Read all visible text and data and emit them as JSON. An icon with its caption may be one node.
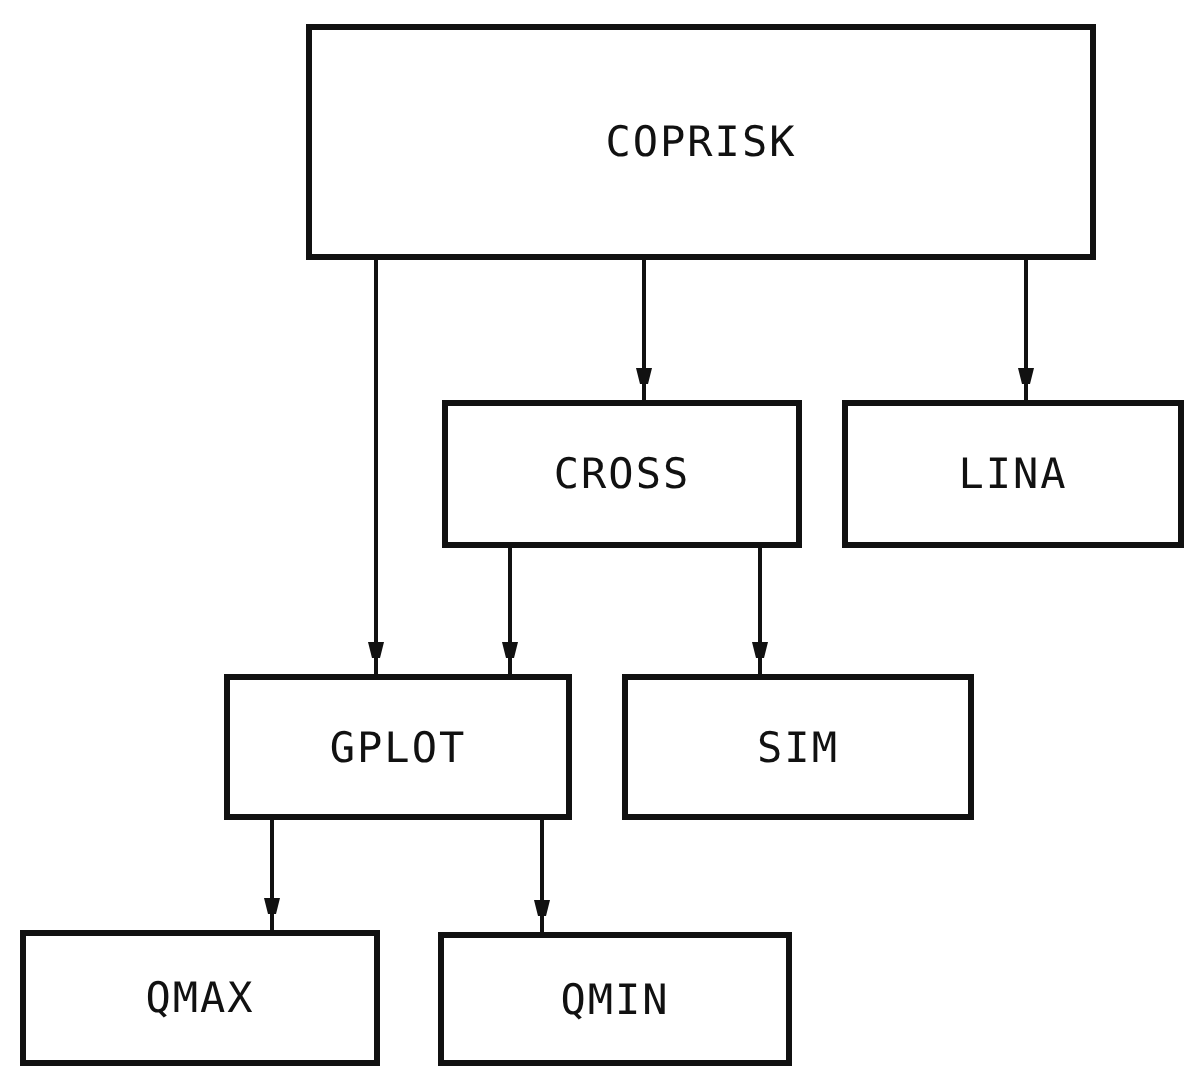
{
  "diagram": {
    "nodes": [
      {
        "text": [
          "COPRISK"
        ]
      },
      {
        "text": [
          "CROSS"
        ]
      },
      {
        "text": [
          "LINA"
        ]
      },
      {
        "text": [
          "GPLOT"
        ]
      },
      {
        "text": [
          "SIM"
        ]
      },
      {
        "text": [
          "QMAX"
        ]
      },
      {
        "text": [
          "QMIN"
        ]
      }
    ],
    "edges": [
      {
        "from": 0,
        "to": 3,
        "arrow": "to"
      },
      {
        "from": 0,
        "to": 1,
        "arrow": "to"
      },
      {
        "from": 0,
        "to": 2,
        "arrow": "to"
      },
      {
        "from": 1,
        "to": 3,
        "arrow": "to"
      },
      {
        "from": 1,
        "to": 4,
        "arrow": "to"
      },
      {
        "from": 3,
        "to": 5,
        "arrow": "to"
      },
      {
        "from": 3,
        "to": 6,
        "arrow": "to"
      }
    ]
  }
}
